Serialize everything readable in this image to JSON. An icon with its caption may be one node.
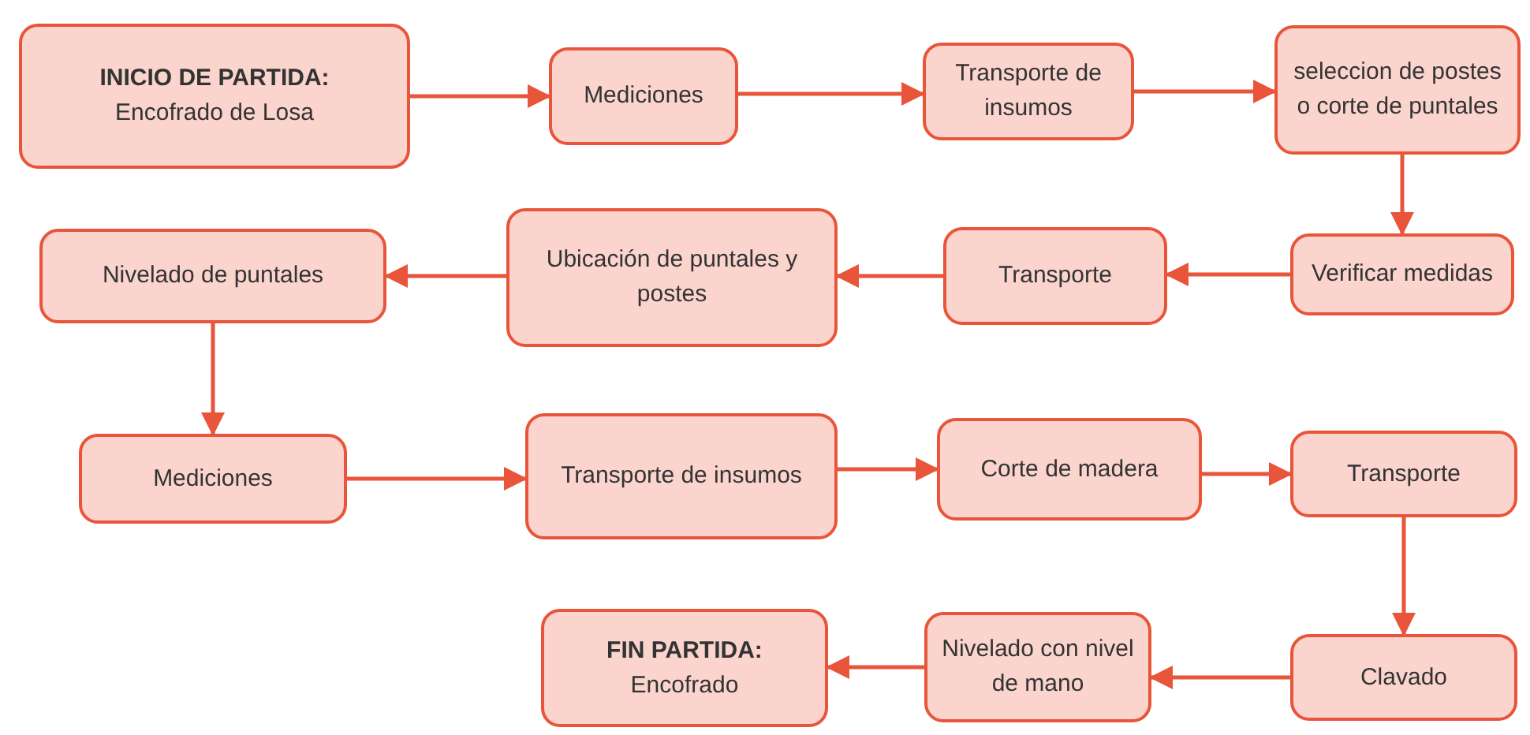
{
  "diagram": {
    "nodes": [
      {
        "text": [
          "INICIO DE PARTIDA:",
          "Encofrado de Losa"
        ]
      },
      {
        "text": [
          "Mediciones"
        ]
      },
      {
        "text": [
          "Transporte de insumos"
        ]
      },
      {
        "text": [
          "seleccion de postes o corte de puntales"
        ]
      },
      {
        "text": [
          "Verificar medidas"
        ]
      },
      {
        "text": [
          "Transporte"
        ]
      },
      {
        "text": [
          "Ubicación de puntales y postes"
        ]
      },
      {
        "text": [
          "Nivelado de puntales"
        ]
      },
      {
        "text": [
          "Mediciones"
        ]
      },
      {
        "text": [
          "Transporte de insumos"
        ]
      },
      {
        "text": [
          "Corte de madera"
        ]
      },
      {
        "text": [
          "Transporte"
        ]
      },
      {
        "text": [
          "Clavado"
        ]
      },
      {
        "text": [
          "Nivelado con nivel de mano"
        ]
      },
      {
        "text": [
          "FIN PARTIDA:",
          "Encofrado"
        ]
      }
    ],
    "edges": [
      {
        "from": 0,
        "to": 1,
        "arrow": "to"
      },
      {
        "from": 1,
        "to": 2,
        "arrow": "to"
      },
      {
        "from": 2,
        "to": 3,
        "arrow": "to"
      },
      {
        "from": 3,
        "to": 4,
        "arrow": "to"
      },
      {
        "from": 4,
        "to": 5,
        "arrow": "to"
      },
      {
        "from": 5,
        "to": 6,
        "arrow": "to"
      },
      {
        "from": 6,
        "to": 7,
        "arrow": "to"
      },
      {
        "from": 7,
        "to": 8,
        "arrow": "to"
      },
      {
        "from": 8,
        "to": 9,
        "arrow": "to"
      },
      {
        "from": 9,
        "to": 10,
        "arrow": "to"
      },
      {
        "from": 10,
        "to": 11,
        "arrow": "to"
      },
      {
        "from": 11,
        "to": 12,
        "arrow": "to"
      },
      {
        "from": 12,
        "to": 13,
        "arrow": "to"
      },
      {
        "from": 13,
        "to": 14,
        "arrow": "to"
      }
    ]
  }
}
